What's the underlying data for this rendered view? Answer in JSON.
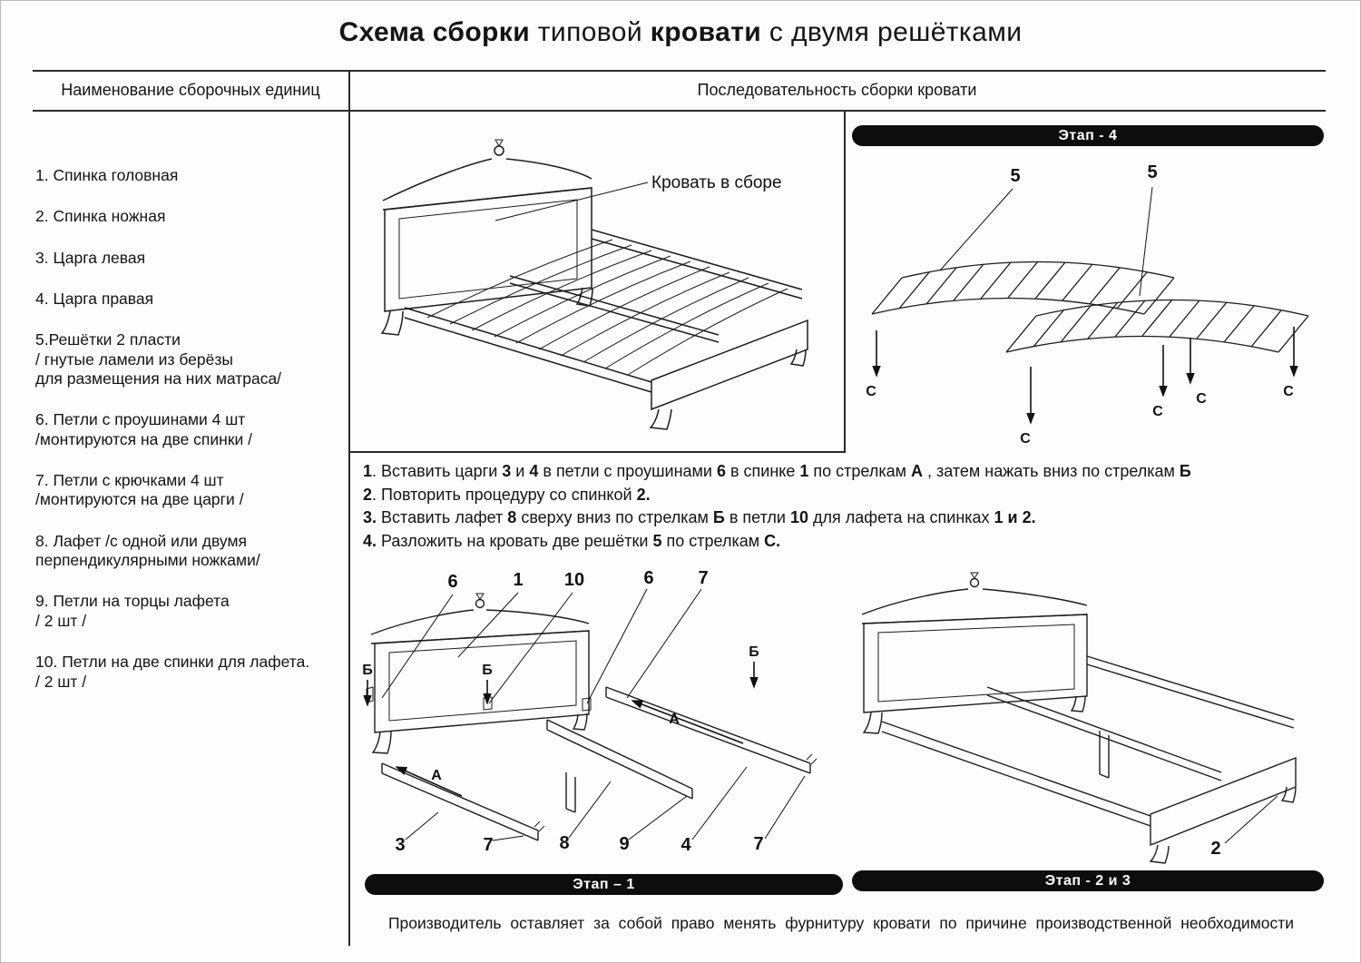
{
  "title": {
    "segments": [
      {
        "text": "Схема сборки",
        "bold": true
      },
      {
        "text": " типовой ",
        "bold": false
      },
      {
        "text": "кровати",
        "bold": true
      },
      {
        "text": " с двумя решётками",
        "bold": false
      }
    ]
  },
  "columns": {
    "left_header": "Наименование  сборочных единиц",
    "right_header": "Последовательность сборки кровати"
  },
  "parts_list": [
    "1.   Спинка головная",
    "2. Спинка ножная",
    "3. Царга левая",
    "4. Царга правая",
    "5.Решётки  2 пласти\n/ гнутые ламели из берёзы\nдля размещения на них матраса/",
    "6. Петли с проушинами 4 шт\n/монтируются на две спинки /",
    "7. Петли с крючками 4 шт\n/монтируются на две царги /",
    "8. Лафет /с одной или двумя\nперпендикулярными ножками/",
    "9. Петли на торцы лафета\n/ 2 шт /",
    "10. Петли на две спинки для лафета.\n/ 2 шт /"
  ],
  "assembled_view": {
    "caption": "Кровать в сборе"
  },
  "stage4": {
    "title": "Этап -  4",
    "grid_labels": [
      "5",
      "5"
    ],
    "arrow_letters": [
      "С",
      "С",
      "С",
      "С",
      "С"
    ]
  },
  "instructions": [
    {
      "segments": [
        {
          "text": "1",
          "bold": true
        },
        {
          "text": ". Вставить царги ",
          "bold": false
        },
        {
          "text": "3",
          "bold": true
        },
        {
          "text": " и ",
          "bold": false
        },
        {
          "text": "4",
          "bold": true
        },
        {
          "text": " в петли с проушинами ",
          "bold": false
        },
        {
          "text": "6",
          "bold": true
        },
        {
          "text": " в спинке ",
          "bold": false
        },
        {
          "text": "1",
          "bold": true
        },
        {
          "text": " по стрелкам ",
          "bold": false
        },
        {
          "text": "А",
          "bold": true
        },
        {
          "text": " , затем нажать вниз по стрелкам ",
          "bold": false
        },
        {
          "text": "Б",
          "bold": true
        }
      ]
    },
    {
      "segments": [
        {
          "text": "2",
          "bold": true
        },
        {
          "text": ". Повторить процедуру со спинкой ",
          "bold": false
        },
        {
          "text": "2.",
          "bold": true
        }
      ]
    },
    {
      "segments": [
        {
          "text": "3.",
          "bold": true
        },
        {
          "text": " Вставить лафет ",
          "bold": false
        },
        {
          "text": "8",
          "bold": true
        },
        {
          "text": " сверху вниз по стрелкам ",
          "bold": false
        },
        {
          "text": "Б",
          "bold": true
        },
        {
          "text": " в петли ",
          "bold": false
        },
        {
          "text": "10",
          "bold": true
        },
        {
          "text": " для лафета на спинках ",
          "bold": false
        },
        {
          "text": "1 и 2.",
          "bold": true
        }
      ]
    },
    {
      "segments": [
        {
          "text": "4.",
          "bold": true
        },
        {
          "text": " Разложить на кровать две решётки ",
          "bold": false
        },
        {
          "text": "5",
          "bold": true
        },
        {
          "text": "  по стрелкам ",
          "bold": false
        },
        {
          "text": "С.",
          "bold": true
        }
      ]
    }
  ],
  "stage1": {
    "title": "Этап – 1",
    "top_labels": [
      "6",
      "1",
      "10",
      "6",
      "7"
    ],
    "bottom_labels": [
      "3",
      "7",
      "8",
      "9",
      "4",
      "7"
    ],
    "a_letters": [
      "А",
      "А"
    ],
    "b_letters": [
      "Б",
      "Б",
      "Б"
    ]
  },
  "stage23": {
    "title": "Этап -  2 и 3",
    "part_label": "2"
  },
  "footer": "Производитель  оставляет  за  собой  право  менять  фурнитуру  кровати  по  причине  производственной  необходимости"
}
